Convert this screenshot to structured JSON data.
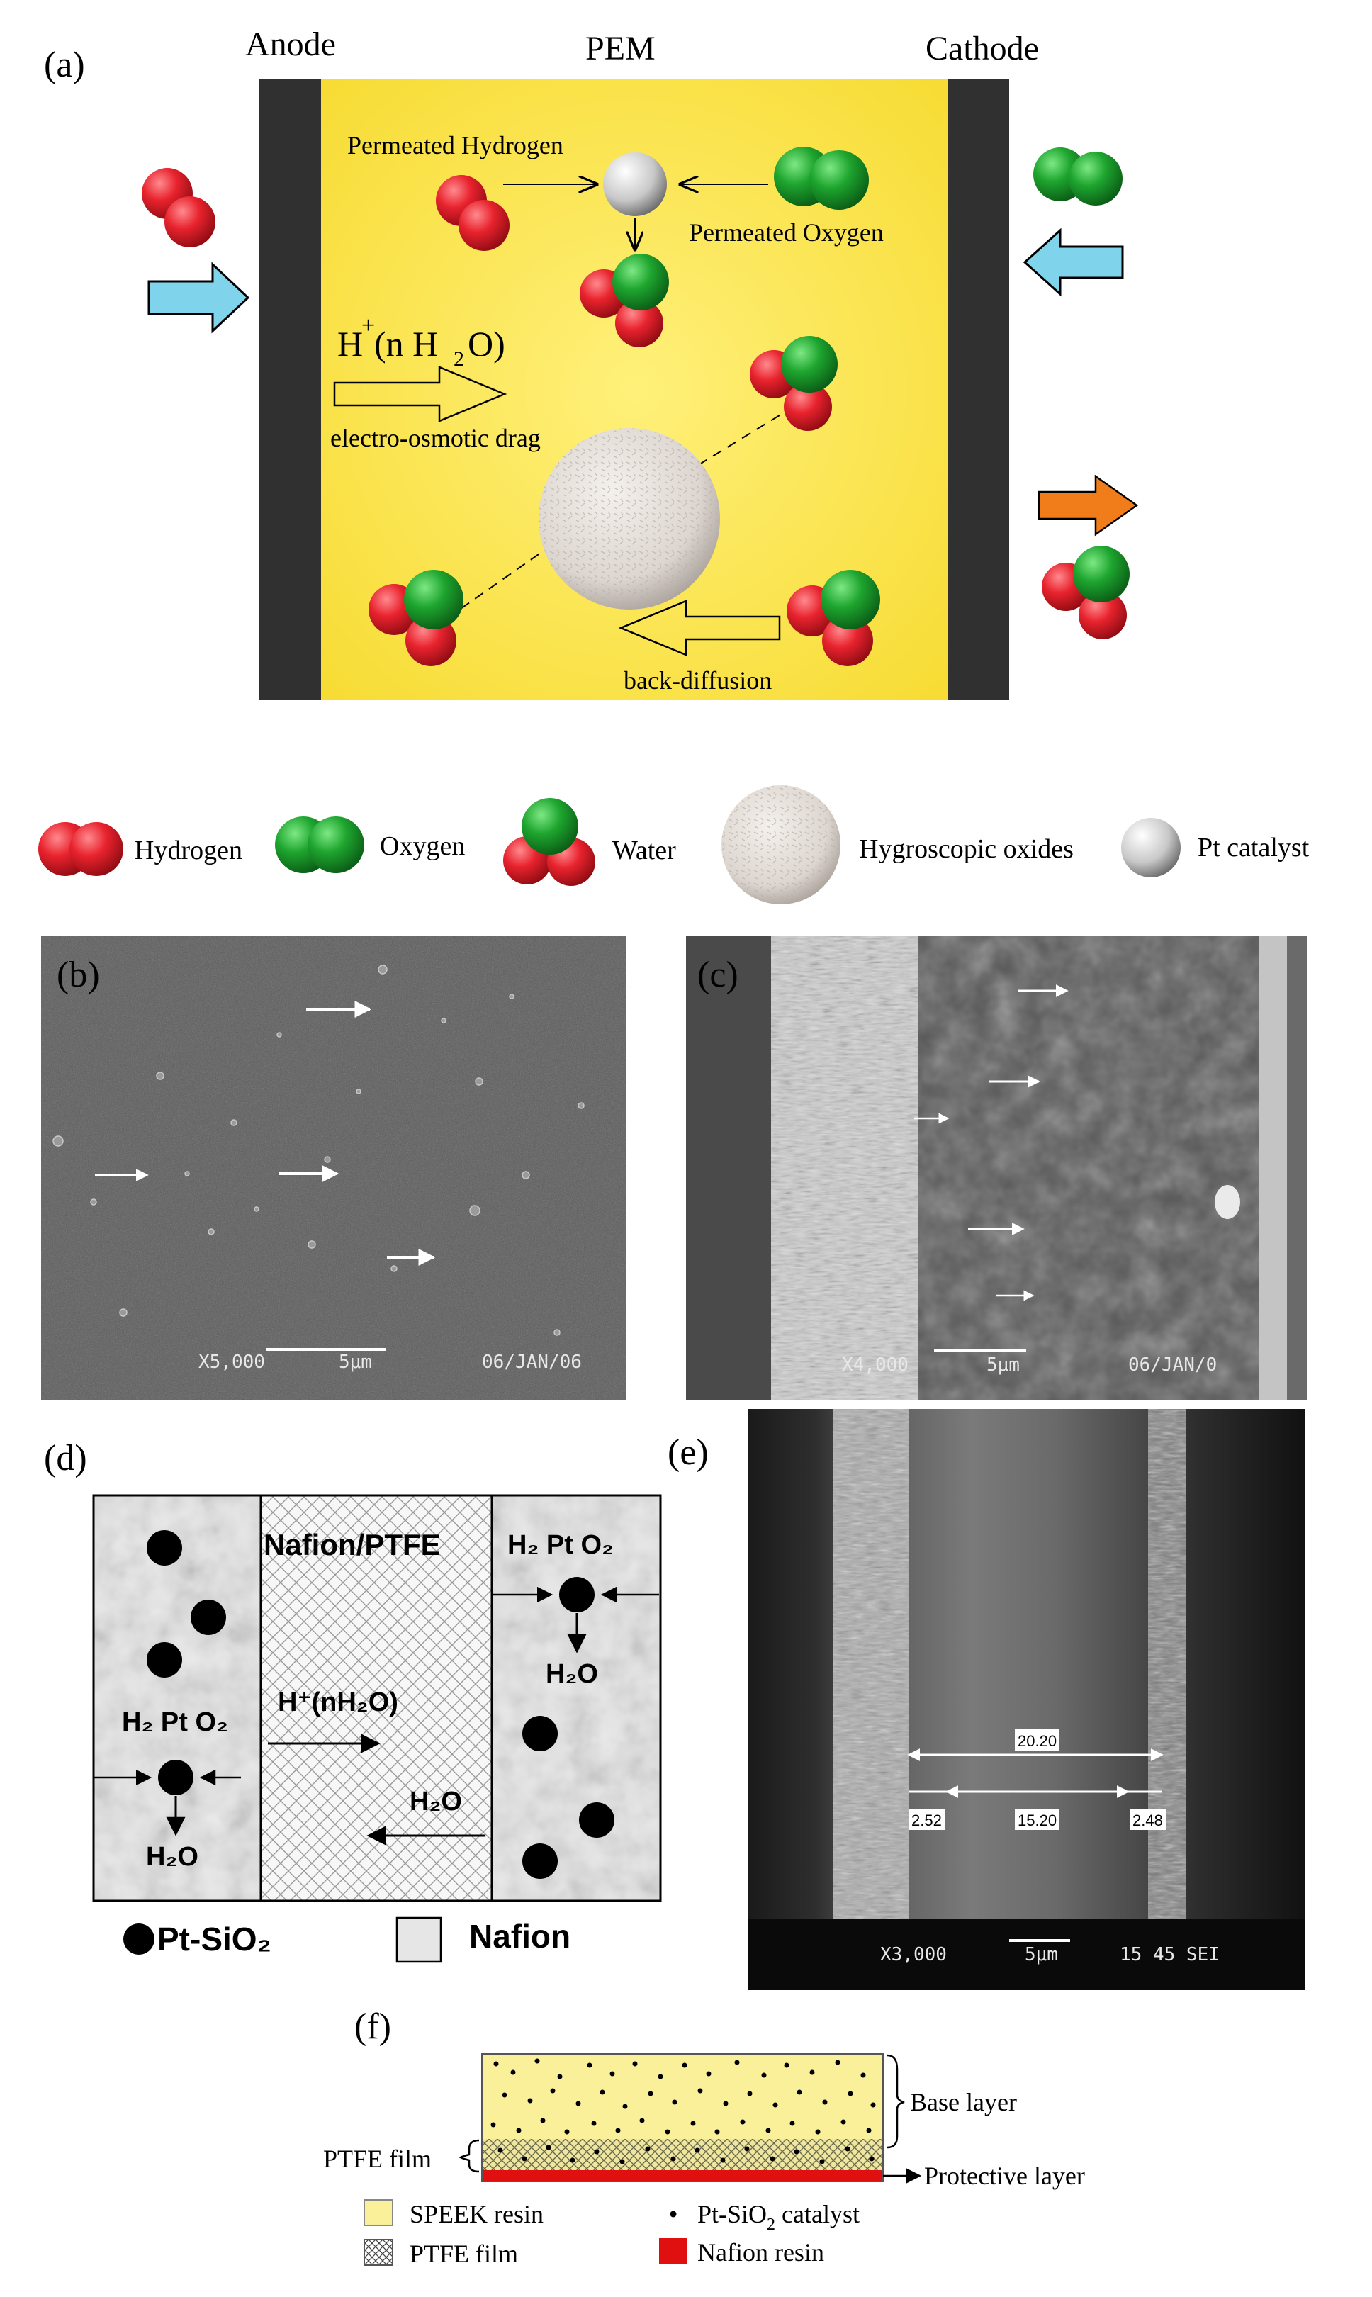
{
  "panels": {
    "a": {
      "letter": "(a)",
      "anode": "Anode",
      "pem": "PEM",
      "cathode": "Cathode",
      "permeated_hydrogen": "Permeated Hydrogen",
      "permeated_oxygen": "Permeated Oxygen",
      "proton_h": "H",
      "proton_plus": "+",
      "proton_water": "(n H",
      "proton_sub2": "2",
      "proton_o": "O)",
      "drag": "electro-osmotic drag",
      "back_diffusion": "back-diffusion"
    },
    "legend": {
      "hydrogen": "Hydrogen",
      "oxygen": "Oxygen",
      "water": "Water",
      "oxides": "Hygroscopic oxides",
      "pt": "Pt catalyst"
    },
    "b": {
      "letter": "(b)",
      "mag": "X5,000",
      "scale": "5μm",
      "date": "06/JAN/06"
    },
    "c": {
      "letter": "(c)",
      "mag": "X4,000",
      "scale": "5μm",
      "date": "06/JAN/0"
    },
    "d": {
      "letter": "(d)",
      "center_label": "Nafion/PTFE",
      "right_species": "H₂ Pt O₂",
      "left_species": "H₂ Pt O₂",
      "water_right": "H₂O",
      "water_left": "H₂O",
      "proton": "H⁺(nH₂O)",
      "water_back": "H₂O",
      "legend_pt": "Pt-SiO₂",
      "legend_nafion": "Nafion"
    },
    "e": {
      "letter": "(e)",
      "total": "20.20",
      "left": "2.52",
      "middle": "15.20",
      "right": "2.48",
      "mag": "X3,000",
      "scale": "5μm",
      "info": "15 45 SEI"
    },
    "f": {
      "letter": "(f)",
      "base_layer": "Base layer",
      "ptfe_film": "PTFE film",
      "protective_layer": "Protective layer",
      "speek": "SPEEK resin",
      "ptfe_legend": "PTFE film",
      "pt_sio": "Pt-SiO",
      "pt_sub": "2",
      "catalyst": " catalyst",
      "nafion_resin": "Nafion resin"
    }
  },
  "colors": {
    "membrane": "#fbe43a",
    "electrode": "#303030",
    "hydrogen": "#e8232e",
    "oxygen": "#1ea52f",
    "inlet_arrow": "#7fd3ea",
    "outlet_arrow": "#f07d1a",
    "speek": "#fbf09a",
    "nafion": "#e01010"
  }
}
